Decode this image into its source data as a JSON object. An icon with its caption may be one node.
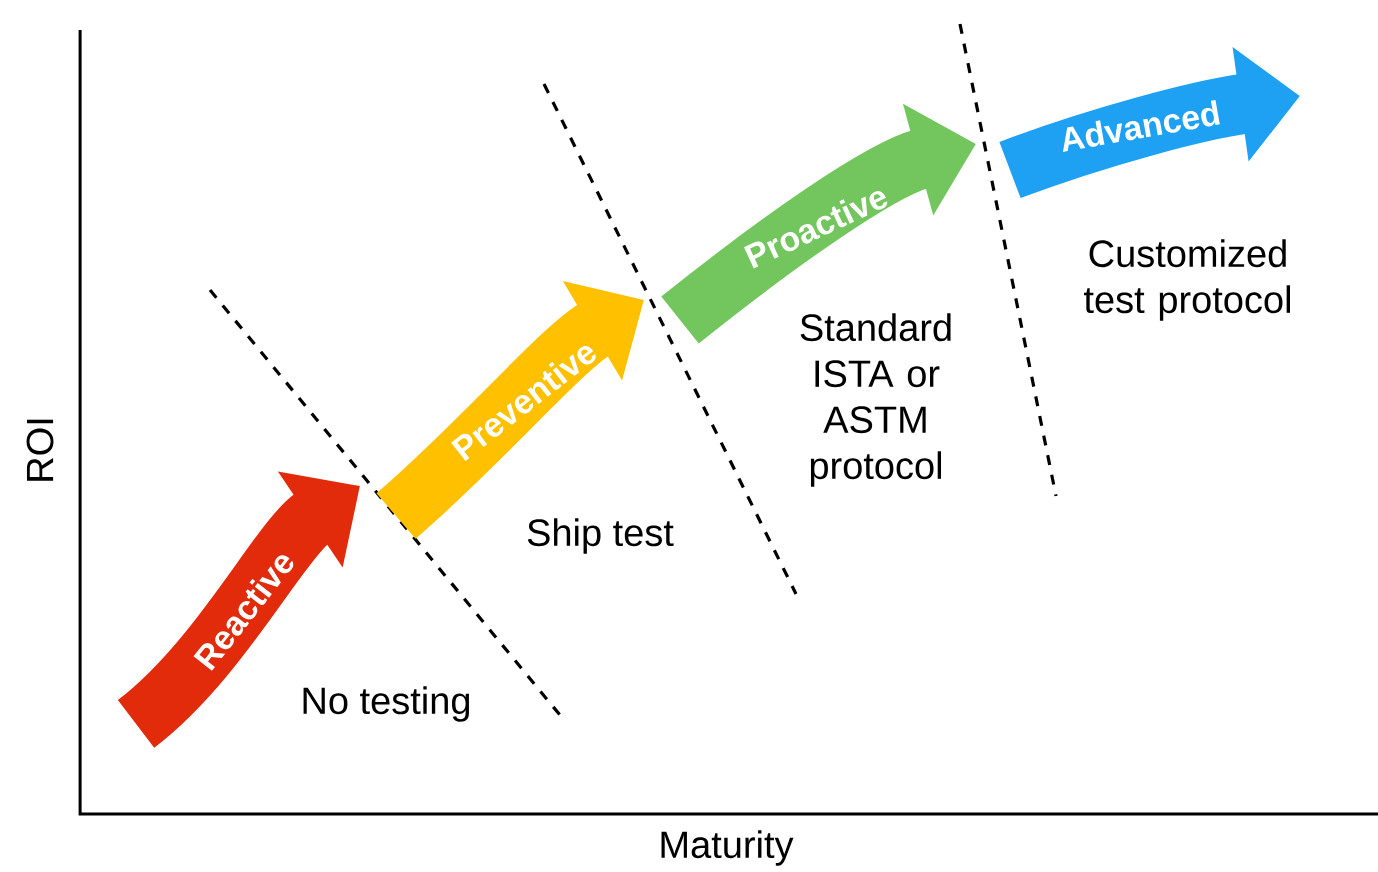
{
  "diagram": {
    "nodes": [
      {
        "text": [
          "Reactive"
        ]
      },
      {
        "text": [
          "Preventive"
        ]
      },
      {
        "text": [
          "Proactive"
        ]
      },
      {
        "text": [
          "Advanced"
        ]
      }
    ],
    "labels": [
      "No testing",
      "Ship test",
      "Standard ISTA or ASTM protocol",
      "Customized test protocol",
      "ROI",
      "Maturity"
    ]
  }
}
